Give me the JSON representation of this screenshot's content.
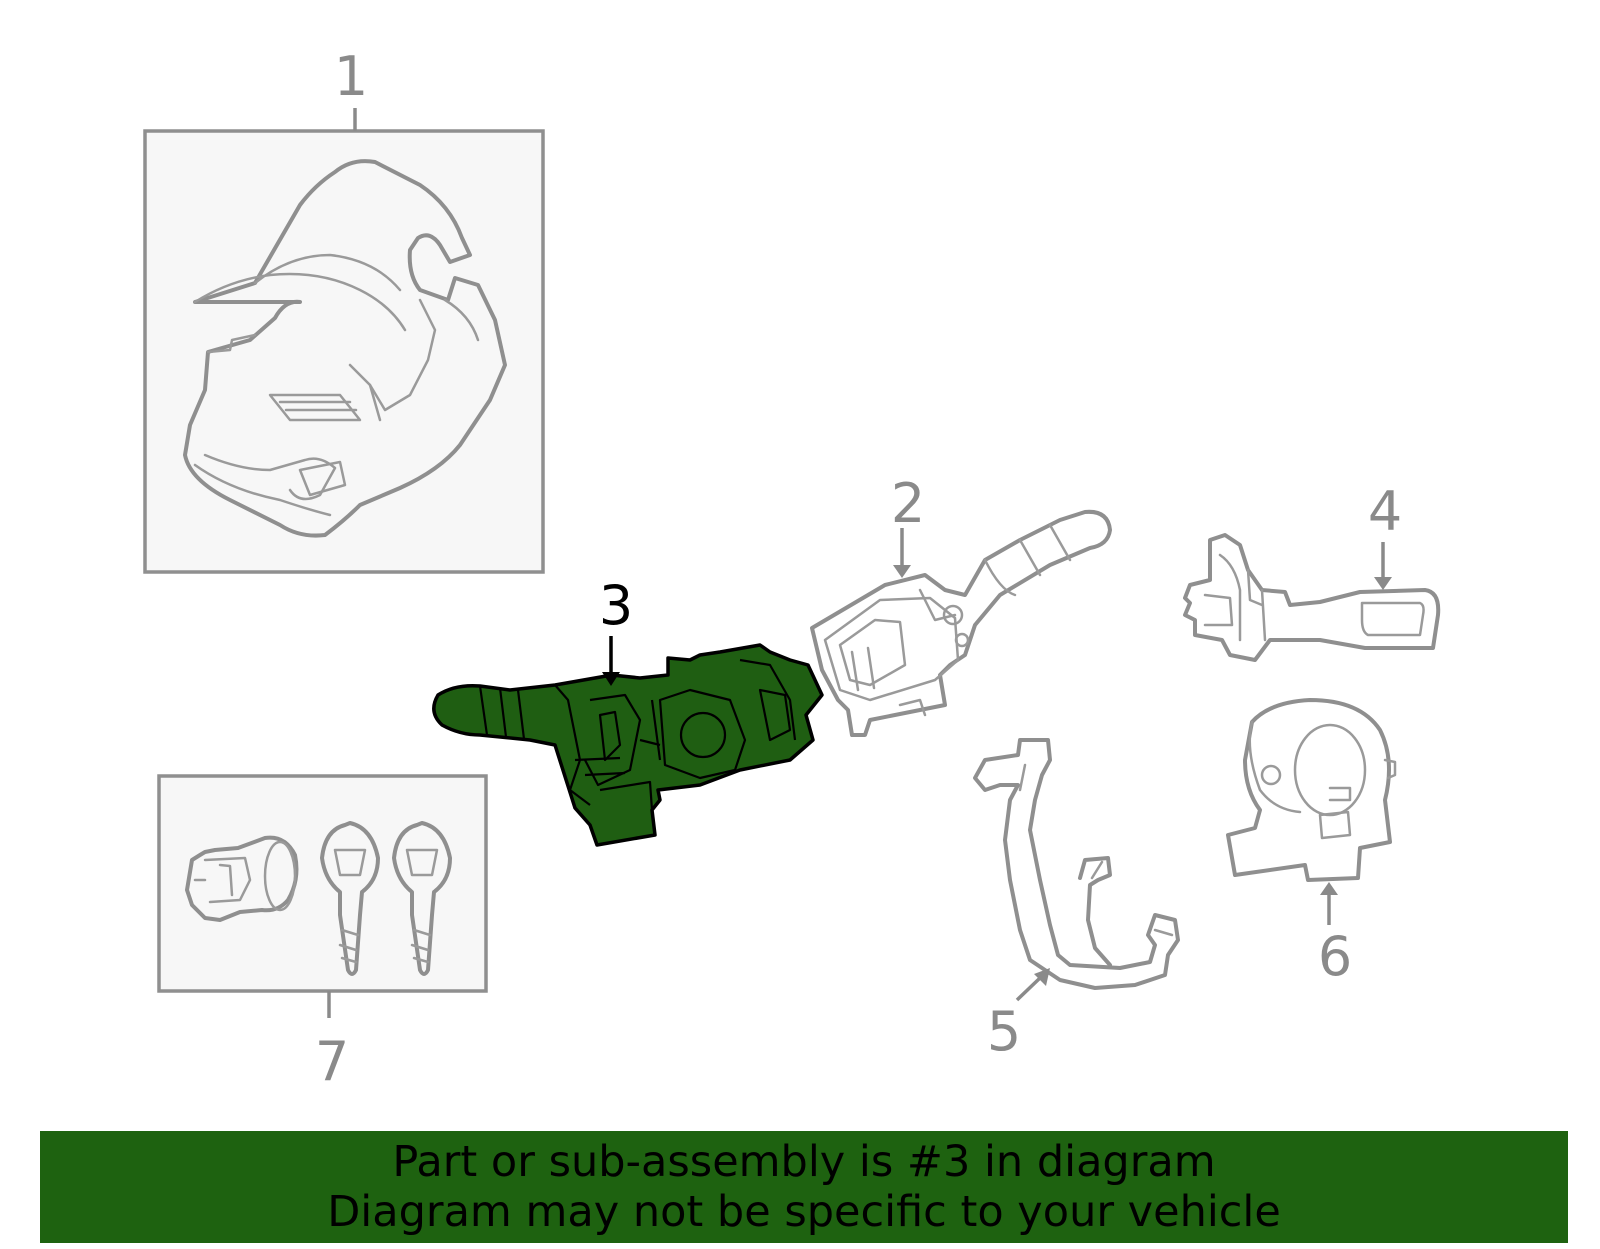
{
  "diagram": {
    "highlighted_part": "3",
    "callouts": {
      "c1": "1",
      "c2": "2",
      "c3": "3",
      "c4": "4",
      "c5": "5",
      "c6": "6",
      "c7": "7"
    },
    "colors": {
      "highlight_fill": "#1f5e12",
      "banner_background": "#1e6210",
      "line_gray": "#8f8f8f"
    }
  },
  "banner": {
    "line1": "Part or sub-assembly is #3 in diagram",
    "line2": "Diagram may not be specific to your vehicle"
  }
}
